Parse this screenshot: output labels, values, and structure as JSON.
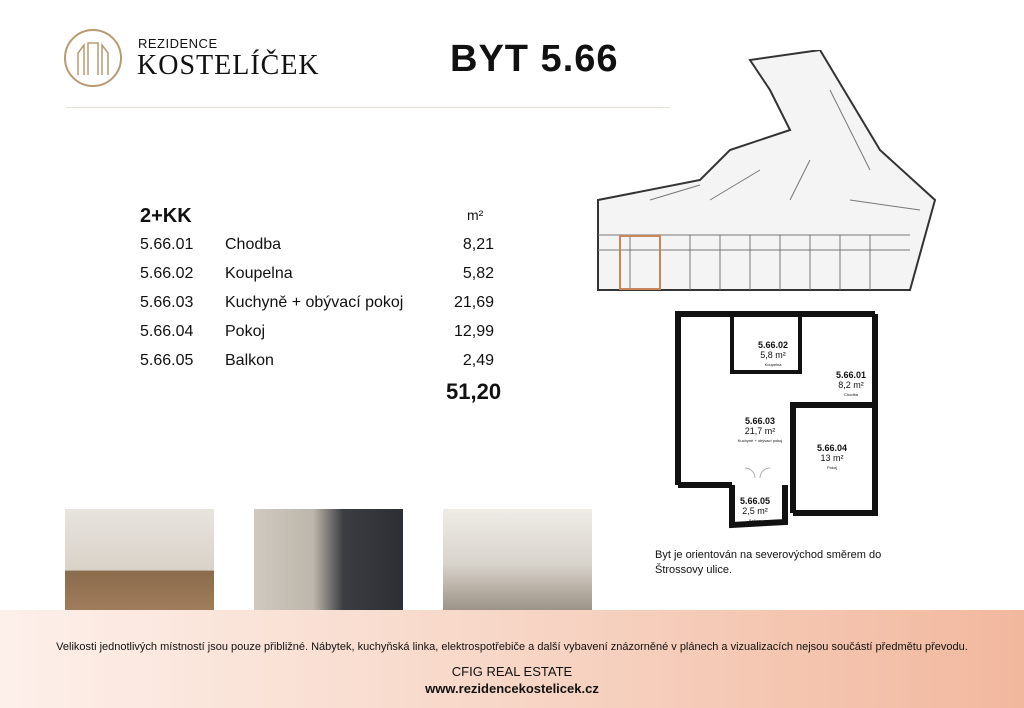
{
  "logo": {
    "small": "REZIDENCE",
    "big": "KOSTELÍČEK"
  },
  "title": "BYT 5.66",
  "unit_type": "2+KK",
  "area_unit": "m²",
  "rooms": [
    {
      "id": "5.66.01",
      "name": "Chodba",
      "area": "8,21"
    },
    {
      "id": "5.66.02",
      "name": "Koupelna",
      "area": "5,82"
    },
    {
      "id": "5.66.03",
      "name": "Kuchyně + obývací pokoj",
      "area": "21,69"
    },
    {
      "id": "5.66.04",
      "name": "Pokoj",
      "area": "12,99"
    },
    {
      "id": "5.66.05",
      "name": "Balkon",
      "area": "2,49"
    }
  ],
  "total": "51,20",
  "plan": {
    "r1": {
      "id": "5.66.01",
      "area": "8,2 m²",
      "name": "Chodba"
    },
    "r2": {
      "id": "5.66.02",
      "area": "5,8 m²",
      "name": "Koupelna"
    },
    "r3": {
      "id": "5.66.03",
      "area": "21,7 m²",
      "name": "Kuchyně + obývací pokoj"
    },
    "r4": {
      "id": "5.66.04",
      "area": "13 m²",
      "name": "Pokoj"
    },
    "r5": {
      "id": "5.66.05",
      "area": "2,5 m²",
      "name": "Balkon"
    }
  },
  "orientation_note": "Byt je orientován na severovýchod směrem do Štrossovy ulice.",
  "footer": {
    "disclaimer": "Velikosti jednotlivých místností jsou pouze přibližné. Nábytek, kuchyňská linka, elektrospotřebiče a další vybavení znázorněné v plánech a vizualizacích nejsou součástí předmětu převodu.",
    "company": "CFIG REAL ESTATE",
    "url": "www.rezidencekostelicek.cz"
  },
  "colors": {
    "accent": "#b89a72",
    "highlight": "#c8865a"
  }
}
